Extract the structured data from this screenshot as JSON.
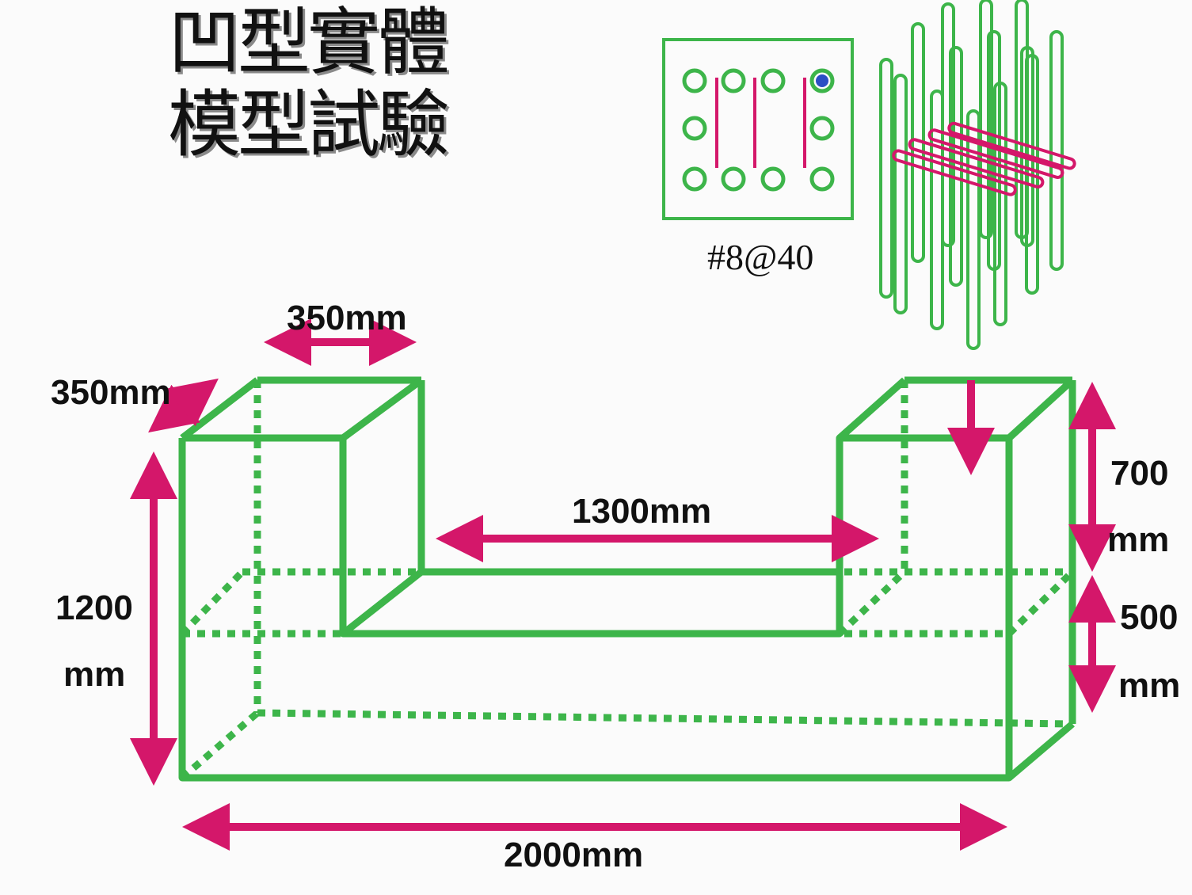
{
  "title": {
    "line1": "凹型實體",
    "line2": "模型試驗"
  },
  "rebar": {
    "label": "#8@40"
  },
  "dimensions": {
    "depth": "350mm",
    "width_top": "350mm",
    "inner_span": "1300mm",
    "total_length": "2000mm",
    "height_total_value": "1200",
    "height_total_unit": "mm",
    "height_upper_value": "700",
    "height_upper_unit": "mm",
    "height_base_value": "500",
    "height_base_unit": "mm"
  },
  "colors": {
    "outline": "#3db54a",
    "dimension_arrow": "#d4176a",
    "stirrup": "#d4176a",
    "highlight_bar": "#2b4fc4",
    "text": "#111111"
  }
}
